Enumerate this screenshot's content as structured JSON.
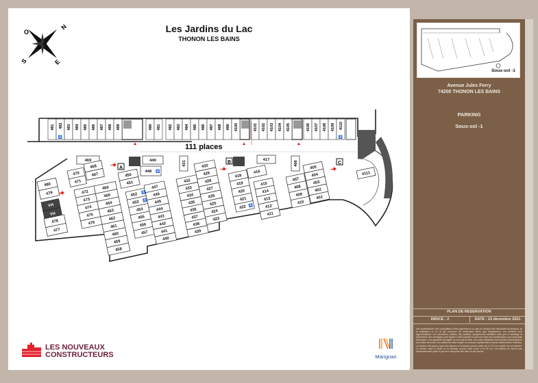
{
  "header": {
    "title": "Les Jardins du Lac",
    "subtitle": "THONON LES BAINS"
  },
  "compass": {
    "n": "N",
    "o": "O",
    "s": "S",
    "e": "E"
  },
  "plan": {
    "capacity": "111 places",
    "top_row": [
      "481",
      "482",
      "483",
      "484",
      "485",
      "486",
      "487",
      "488",
      "489",
      "490",
      "491",
      "492",
      "493",
      "494",
      "495",
      "496",
      "497",
      "498",
      "499",
      "4100",
      "4101",
      "4102",
      "4103",
      "4104",
      "4105",
      "4106",
      "4107",
      "4108",
      "4109",
      "4110"
    ],
    "blocks": {
      "b469": [
        "469"
      ],
      "b470": [
        "470",
        "471"
      ],
      "b468": [
        "468",
        "467"
      ],
      "b480": [
        "480",
        "479"
      ],
      "bvh": [
        "VH",
        "VH"
      ],
      "b478": [
        "478",
        "477"
      ],
      "b472": [
        "472",
        "473",
        "474",
        "475",
        "476"
      ],
      "b466": [
        "466",
        "465",
        "464",
        "463",
        "462",
        "461",
        "460",
        "459",
        "458"
      ],
      "b450": [
        "450",
        "451"
      ],
      "b452": [
        "452",
        "453",
        "454",
        "455",
        "456",
        "457"
      ],
      "b449": [
        "449"
      ],
      "b448": [
        "448"
      ],
      "b447": [
        "447",
        "446",
        "445",
        "444",
        "443",
        "442",
        "441",
        "440"
      ],
      "b431": [
        "431"
      ],
      "b432": [
        "432",
        "433",
        "434",
        "435",
        "436",
        "437",
        "438",
        "439"
      ],
      "b430": [
        "430",
        "429",
        "428",
        "427",
        "426",
        "425",
        "424",
        "423"
      ],
      "b417": [
        "417"
      ],
      "b418": [
        "418",
        "419",
        "420",
        "421",
        "422"
      ],
      "b416": [
        "416"
      ],
      "b415": [
        "415",
        "414",
        "413",
        "412",
        "411"
      ],
      "b406": [
        "406"
      ],
      "b407": [
        "407",
        "408",
        "409",
        "410"
      ],
      "b405": [
        "405",
        "404",
        "403",
        "402",
        "401"
      ],
      "b4111": [
        "4111"
      ]
    },
    "access_points": [
      "A",
      "B",
      "C"
    ],
    "accessible_icon": "wheelchair-icon",
    "entrance_arrow_color": "#e0201b"
  },
  "panel": {
    "thumbnail_label": "Sous-sol -1",
    "address_line1": "Avenue Jules Ferry",
    "address_line2": "74200 THONON LES BAINS",
    "type": "PARKING",
    "level": "Sous-sol -1",
    "plan_type": "PLAN DE RESERVATION",
    "indice": "INDICE : 2",
    "date": "DATE : 23 décembre 2021",
    "disclaimer": "Des modifications sont susceptibles d'être apportées à ce plan en fonction des nécessités techniques, de la réalisation ou en ce qui concerne les dimensions libres que l'équipement. Les surfaces sont approximatives. Les retombées, soffites, faux plafond, équipements sanitaires ainsi que le carrelage et dimensions des carrelages sont figurés à titre indicatif et pourront subir des modifications pour impératifs techniques. Les appareils ménagers ne sont pas fournis. Les cotes indiquées seront prises conformément à la notice de vente. Les coffres de volet roulant ne sont pas représentés et seront déterminés à l'intérieur. La hauteur des garde-corps des balcons et terrasses pourra varier de 0 à 20 cm à partir du sol intérieur. Le niveau entre le jardin et la terrasse pourra varier entre 0 et 80 cm. Les jardins ne seront pas nécessairement plats et pourront comporter des talus et des pentes.",
    "color": "#7b5f46"
  },
  "logos": {
    "developer": [
      "LES NOUVEAUX",
      "CONSTRUCTEURS"
    ],
    "partner": "Marignan"
  }
}
